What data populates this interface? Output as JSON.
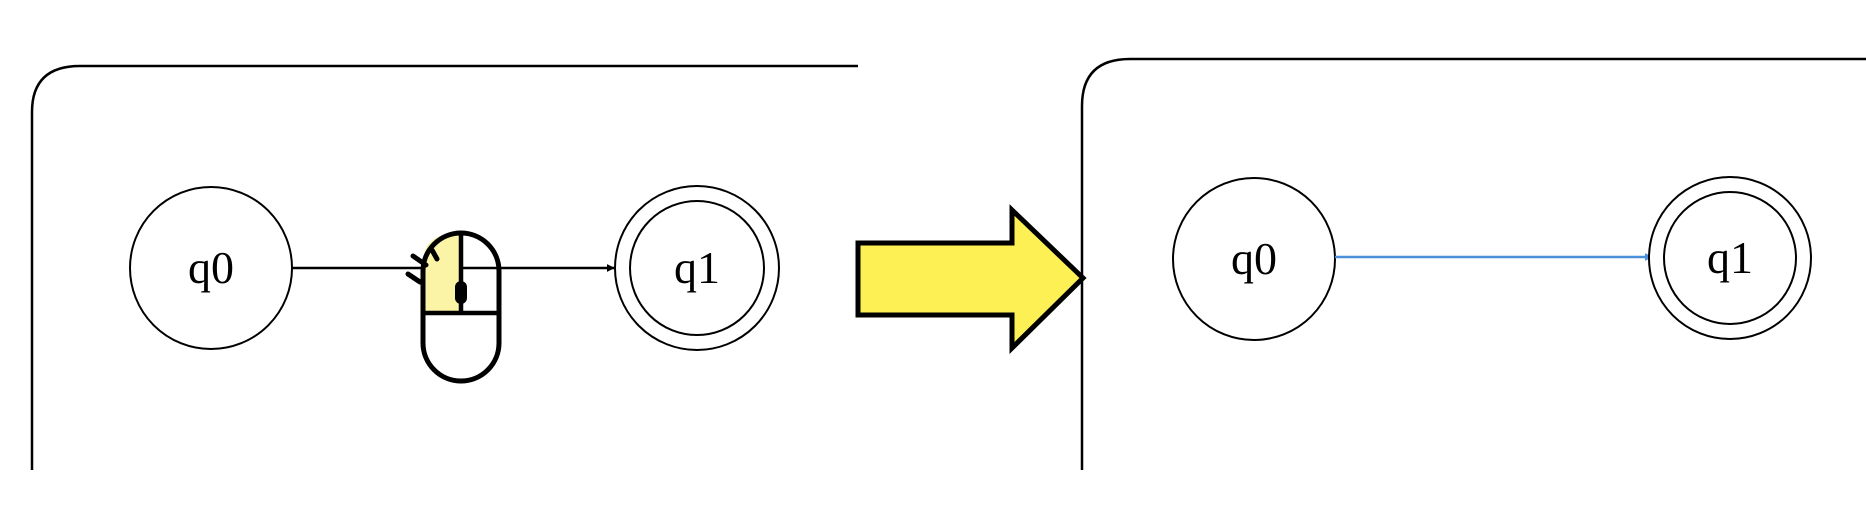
{
  "before_panel": {
    "states": [
      {
        "id": "q0",
        "label": "q0",
        "accepting": false
      },
      {
        "id": "q1",
        "label": "q1",
        "accepting": true
      }
    ],
    "transition": {
      "from": "q0",
      "to": "q1",
      "state": "unselected",
      "color": "#000000"
    }
  },
  "action": {
    "cursor_icon": "mouse-left-click-icon",
    "highlight_color": "#fbf3a6"
  },
  "arrow": {
    "icon": "right-arrow-icon",
    "fill": "#fcf055"
  },
  "after_panel": {
    "states": [
      {
        "id": "q0",
        "label": "q0",
        "accepting": false
      },
      {
        "id": "q1",
        "label": "q1",
        "accepting": true
      }
    ],
    "transition": {
      "from": "q0",
      "to": "q1",
      "state": "selected",
      "color": "#4a90d9"
    }
  }
}
